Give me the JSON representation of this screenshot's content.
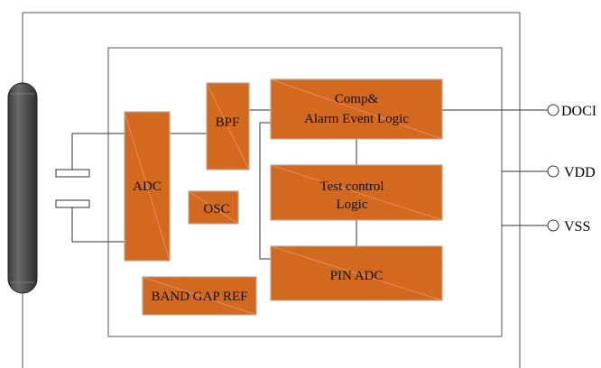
{
  "blocks": {
    "adc": "ADC",
    "bpf": "BPF",
    "comp_line1": "Comp&",
    "comp_line2": "Alarm Event Logic",
    "osc": "OSC",
    "test_line1": "Test control",
    "test_line2": "Logic",
    "pin_adc": "PIN ADC",
    "band_gap": "BAND GAP REF"
  },
  "pins": {
    "doci": "DOCI",
    "vdd": "VDD",
    "vss": "VSS"
  },
  "colors": {
    "block_fill": "#D2691E",
    "tube_fill": "#555555"
  }
}
